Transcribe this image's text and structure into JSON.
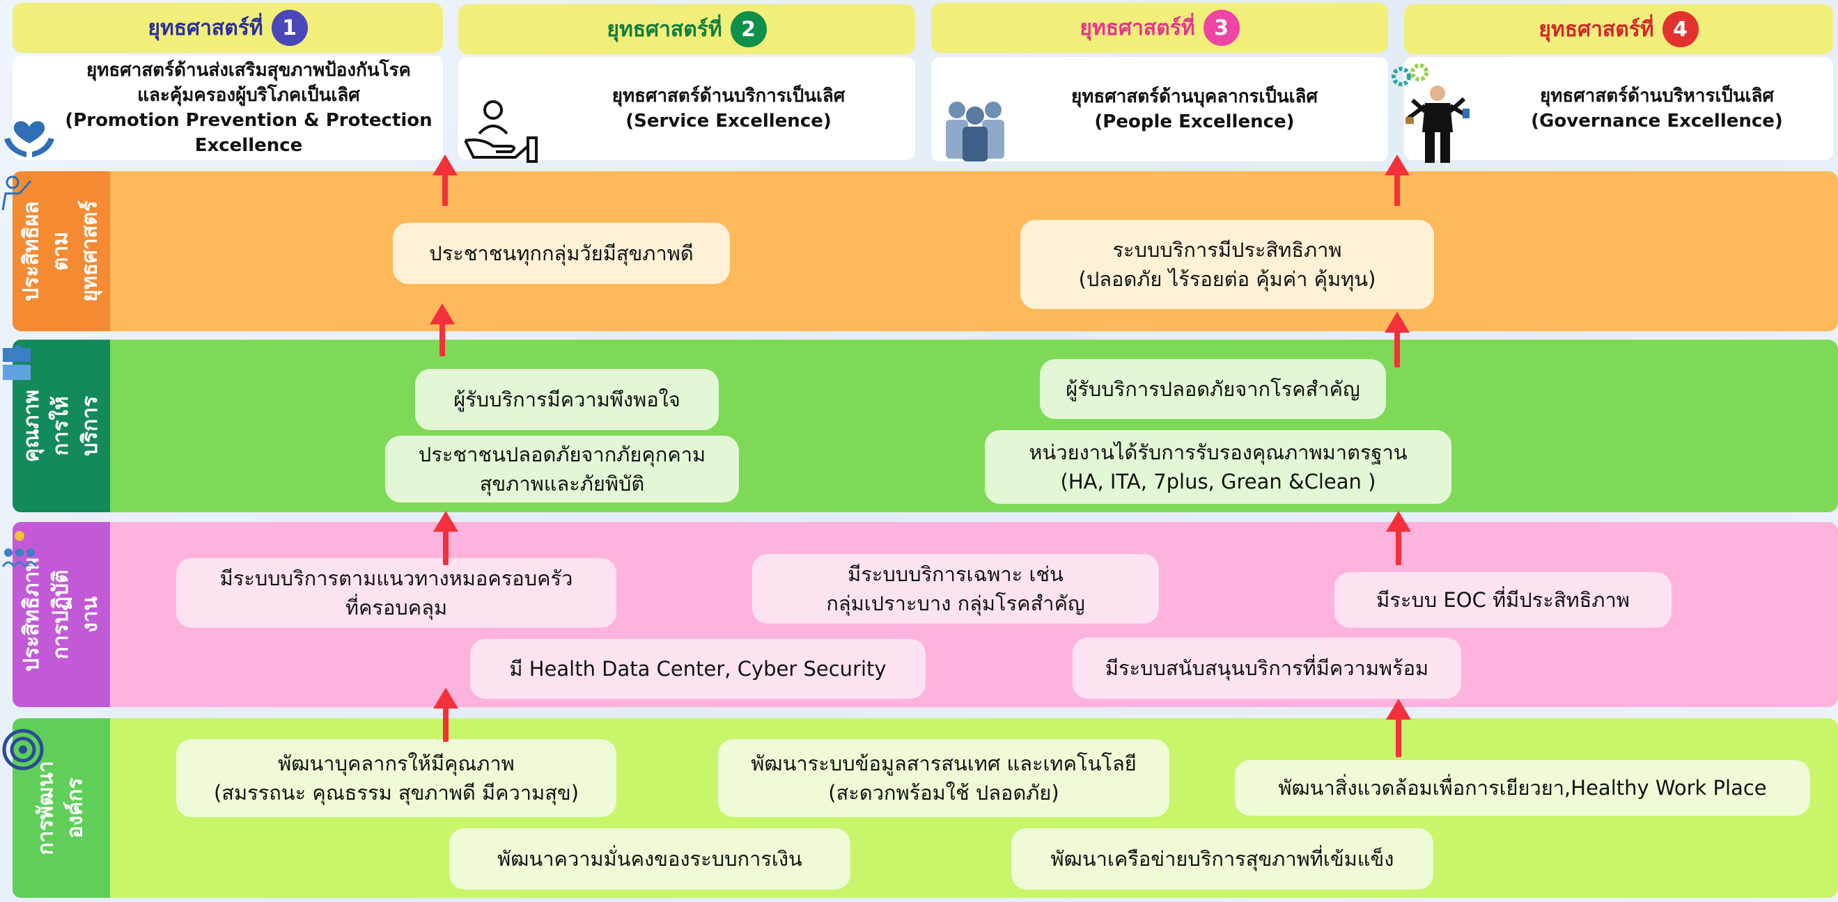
{
  "strategies": [
    {
      "label": "ยุทธศาสตร์ที่",
      "num": "1",
      "color": "#2a2f9c",
      "numBg": "#4a47b8",
      "title": "ยุทธศาสตร์ด้านส่งเสริมสุขภาพป้องกันโรค\nและคุ้มครองผู้บริโภคเป็นเลิศ\n(Promotion Prevention & Protection\nExcellence"
    },
    {
      "label": "ยุทธศาสตร์ที่",
      "num": "2",
      "color": "#0d7c3e",
      "numBg": "#0f8f4a",
      "title": "ยุทธศาสตร์ด้านบริการเป็นเลิศ\n(Service Excellence)"
    },
    {
      "label": "ยุทธศาสตร์ที่",
      "num": "3",
      "color": "#e4358f",
      "numBg": "#ee44a3",
      "title": "ยุทธศาสตร์ด้านบุคลากรเป็นเลิศ\n(People Excellence)"
    },
    {
      "label": "ยุทธศาสตร์ที่",
      "num": "4",
      "color": "#d3262c",
      "numBg": "#e2322f",
      "title": "ยุทธศาสตร์ด้านบริหารเป็นเลิศ\n(Governance Excellence)"
    }
  ],
  "bands": [
    {
      "label": "ประสิทธิผล\nตามยุทธศาสตร์",
      "labelColor": "#f48b33",
      "bgColor": "#fdb95a",
      "boxes": [
        "ประชาชนทุกกลุ่มวัยมีสุขภาพดี",
        "ระบบบริการมีประสิทธิภาพ\n(ปลอดภัย ไร้รอยต่อ คุ้มค่า คุ้มทุน)"
      ]
    },
    {
      "label": "คุณภาพการให้\nบริการ",
      "labelColor": "#128a5a",
      "bgColor": "#7ed957",
      "boxes": [
        "ผู้รับบริการมีความพึงพอใจ",
        "ประชาชนปลอดภัยจากภัยคุกคาม\nสุขภาพและภัยพิบัติ",
        "ผู้รับบริการปลอดภัยจากโรคสำคัญ",
        "หน่วยงานได้รับการรับรองคุณภาพมาตรฐาน\n(HA, ITA, 7plus, Grean &Clean )"
      ]
    },
    {
      "label": "ประสิทธิภาพ\nการปฏิบัติงาน",
      "labelColor": "#c25ad8",
      "bgColor": "#fdb3de",
      "boxes": [
        "มีระบบบริการตามแนวทางหมอครอบครัว\nที่ครอบคลุม",
        "มีระบบบริการเฉพาะ เช่น\nกลุ่มเปราะบาง กลุ่มโรคสำคัญ",
        "มีระบบ EOC ที่มีประสิทธิภาพ",
        "มี Health Data Center, Cyber Security",
        "มีระบบสนับสนุนบริการที่มีความพร้อม"
      ]
    },
    {
      "label": "การพัฒนา\nองค์กร",
      "labelColor": "#5fcf5a",
      "bgColor": "#c8f56a",
      "boxes": [
        "พัฒนาบุคลากรให้มีคุณภาพ\n(สมรรถนะ คุณธรรม สุขภาพดี มีความสุข)",
        "พัฒนาระบบข้อมูลสารสนเทศ และเทคโนโลยี\n(สะดวกพร้อมใช้ ปลอดภัย)",
        "พัฒนาสิ่งแวดล้อมเพื่อการเยียวยา,Healthy Work Place",
        "พัฒนาความมั่นคงของระบบการเงิน",
        "พัฒนาเครือข่ายบริการสุขภาพที่เข้มแข็ง"
      ]
    }
  ],
  "colors": {
    "arrow": "#f4303b",
    "boxFill": "#fff3dc"
  }
}
